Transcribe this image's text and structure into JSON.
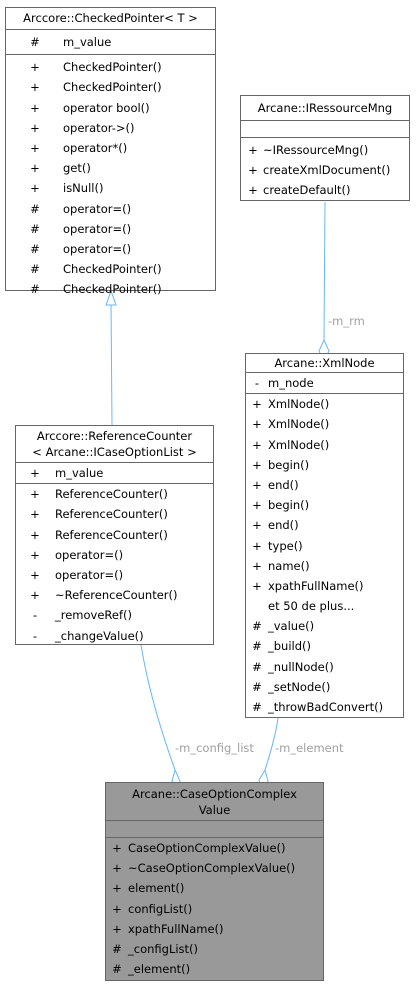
{
  "checked_pointer": {
    "title": "Arccore::CheckedPointer< T >",
    "attributes": [
      {
        "vis": "#",
        "name": "m_value"
      }
    ],
    "methods": [
      {
        "vis": "+",
        "name": "CheckedPointer()"
      },
      {
        "vis": "+",
        "name": "CheckedPointer()"
      },
      {
        "vis": "+",
        "name": "operator bool()"
      },
      {
        "vis": "+",
        "name": "operator->()"
      },
      {
        "vis": "+",
        "name": "operator*()"
      },
      {
        "vis": "+",
        "name": "get()"
      },
      {
        "vis": "+",
        "name": "isNull()"
      },
      {
        "vis": "#",
        "name": "operator=()"
      },
      {
        "vis": "#",
        "name": "operator=()"
      },
      {
        "vis": "#",
        "name": "operator=()"
      },
      {
        "vis": "#",
        "name": "CheckedPointer()"
      },
      {
        "vis": "#",
        "name": "CheckedPointer()"
      }
    ]
  },
  "ressource_mng": {
    "title": "Arcane::IRessourceMng",
    "methods": [
      {
        "vis": "+",
        "name": "~IRessourceMng()"
      },
      {
        "vis": "+",
        "name": "createXmlDocument()"
      },
      {
        "vis": "+",
        "name": "createDefault()"
      }
    ]
  },
  "reference_counter": {
    "title_line1": "Arccore::ReferenceCounter",
    "title_line2": "< Arcane::ICaseOptionList >",
    "attributes": [
      {
        "vis": "+",
        "name": "m_value"
      }
    ],
    "methods": [
      {
        "vis": "+",
        "name": "ReferenceCounter()"
      },
      {
        "vis": "+",
        "name": "ReferenceCounter()"
      },
      {
        "vis": "+",
        "name": "ReferenceCounter()"
      },
      {
        "vis": "+",
        "name": "operator=()"
      },
      {
        "vis": "+",
        "name": "operator=()"
      },
      {
        "vis": "+",
        "name": "~ReferenceCounter()"
      },
      {
        "vis": "-",
        "name": "_removeRef()"
      },
      {
        "vis": "-",
        "name": "_changeValue()"
      }
    ]
  },
  "xml_node": {
    "title": "Arcane::XmlNode",
    "attributes": [
      {
        "vis": "-",
        "name": "m_node"
      }
    ],
    "methods": [
      {
        "vis": "+",
        "name": "XmlNode()"
      },
      {
        "vis": "+",
        "name": "XmlNode()"
      },
      {
        "vis": "+",
        "name": "XmlNode()"
      },
      {
        "vis": "+",
        "name": "begin()"
      },
      {
        "vis": "+",
        "name": "end()"
      },
      {
        "vis": "+",
        "name": "begin()"
      },
      {
        "vis": "+",
        "name": "end()"
      },
      {
        "vis": "+",
        "name": "type()"
      },
      {
        "vis": "+",
        "name": "name()"
      },
      {
        "vis": "+",
        "name": "xpathFullName()"
      },
      {
        "vis": "",
        "name": "et 50 de plus..."
      },
      {
        "vis": "#",
        "name": "_value()"
      },
      {
        "vis": "#",
        "name": "_build()"
      },
      {
        "vis": "#",
        "name": "_nullNode()"
      },
      {
        "vis": "#",
        "name": "_setNode()"
      },
      {
        "vis": "#",
        "name": "_throwBadConvert()"
      }
    ]
  },
  "case_option": {
    "title_line1": "Arcane::CaseOptionComplex",
    "title_line2": "Value",
    "methods": [
      {
        "vis": "+",
        "name": "CaseOptionComplexValue()"
      },
      {
        "vis": "+",
        "name": "~CaseOptionComplexValue()"
      },
      {
        "vis": "+",
        "name": "element()"
      },
      {
        "vis": "+",
        "name": "configList()"
      },
      {
        "vis": "+",
        "name": "xpathFullName()"
      },
      {
        "vis": "#",
        "name": "_configList()"
      },
      {
        "vis": "#",
        "name": "_element()"
      }
    ]
  },
  "edge_labels": {
    "m_rm": "-m_rm",
    "m_config_list": "-m_config_list",
    "m_element": "-m_element"
  },
  "colors": {
    "edge": "#63b8ff",
    "highlight_fill": "#999999",
    "border": "#666666",
    "label": "#a0a0a0"
  }
}
